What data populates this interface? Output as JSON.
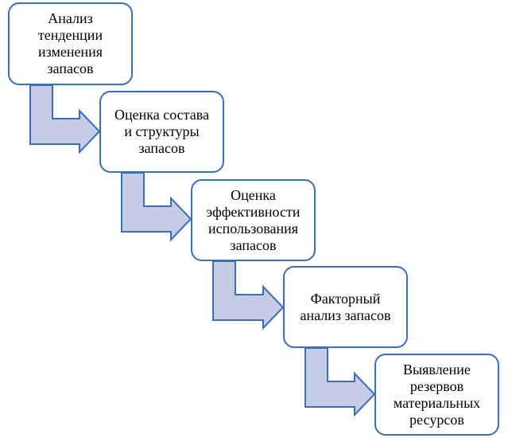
{
  "colors": {
    "border": "#3d6db5",
    "arrow_fill": "#c5cce6",
    "arrow_stroke": "#3d6db5",
    "box_fill": "#ffffff",
    "text": "#000000"
  },
  "steps": [
    {
      "lines": [
        "Анализ",
        "тенденции",
        "изменения",
        "запасов"
      ]
    },
    {
      "lines": [
        "Оценка состава",
        "и структуры",
        "запасов"
      ]
    },
    {
      "lines": [
        "Оценка",
        "эффективности",
        "использования",
        "запасов"
      ]
    },
    {
      "lines": [
        "Факторный",
        "анализ запасов"
      ]
    },
    {
      "lines": [
        "Выявление",
        "резервов",
        "материальных",
        "ресурсов"
      ]
    }
  ]
}
